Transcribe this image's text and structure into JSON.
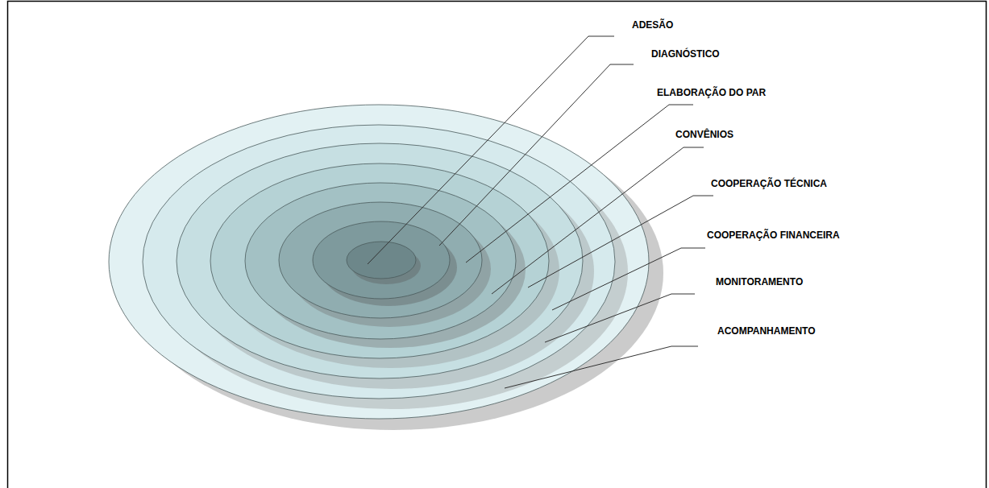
{
  "diagram": {
    "labels": [
      "ADESÃO",
      "DIAGNÓSTICO",
      "ELABORAÇÃO DO PAR",
      "CONVÊNIOS",
      "COOPERAÇÃO TÉCNICA",
      "COOPERAÇÃO FINANCEIRA",
      "MONITORAMENTO",
      "ACOMPANHAMENTO"
    ]
  }
}
